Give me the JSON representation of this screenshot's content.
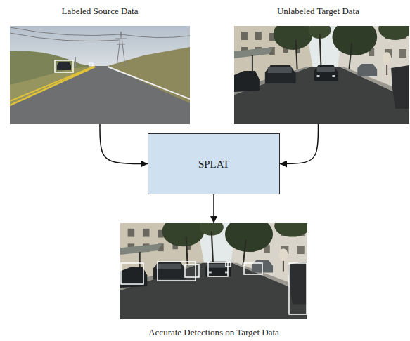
{
  "diagram": {
    "nodes": [
      {
        "text": [
          "Labeled Source Data"
        ]
      },
      {
        "text": [
          "Unlabeled Target Data"
        ]
      },
      {
        "text": [
          "SPLAT"
        ]
      },
      {
        "text": [
          "Accurate Detections on Target Data"
        ]
      }
    ],
    "edges": [
      {
        "from": 0,
        "to": 2,
        "arrow": "to"
      },
      {
        "from": 1,
        "to": 2,
        "arrow": "to"
      },
      {
        "from": 2,
        "to": 3,
        "arrow": "to"
      }
    ]
  }
}
